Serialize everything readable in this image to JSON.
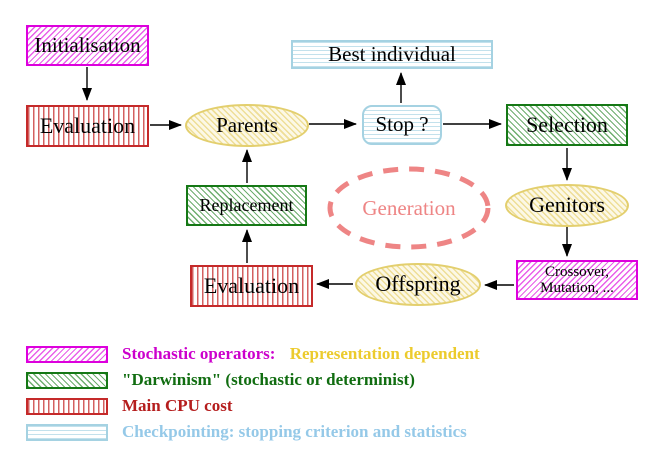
{
  "diagram": {
    "nodes": {
      "initialisation": {
        "label": "Initialisation"
      },
      "evaluation_top": {
        "label": "Evaluation"
      },
      "parents": {
        "label": "Parents"
      },
      "best_individual": {
        "label": "Best individual"
      },
      "stop": {
        "label": "Stop ?"
      },
      "selection": {
        "label": "Selection"
      },
      "genitors": {
        "label": "Genitors"
      },
      "crossover_mutation": {
        "line1": "Crossover,",
        "line2": "Mutation, ..."
      },
      "offspring": {
        "label": "Offspring"
      },
      "evaluation_bottom": {
        "label": "Evaluation"
      },
      "replacement": {
        "label": "Replacement"
      },
      "generation": {
        "label": "Generation"
      }
    },
    "legend": {
      "items": [
        {
          "pattern": "magenta-diagonal-hatch",
          "label": "Stochastic operators:",
          "label2": "Representation dependent",
          "label_color": "#cc00cc",
          "label2_color": "#eccb2d"
        },
        {
          "pattern": "green-diagonal-hatch",
          "label": "\"Darwinism\" (stochastic or determinist)",
          "label_color": "#116d11"
        },
        {
          "pattern": "red-vertical-stripes",
          "label": "Main CPU cost",
          "label_color": "#b51d1d"
        },
        {
          "pattern": "cyan-horizontal-stripes",
          "label": "Checkpointing: stopping criterion and statistics",
          "label_color": "#95c9e8"
        }
      ]
    },
    "colors": {
      "stochastic_magenta": "#dd00dd",
      "darwinism_green": "#157815",
      "cpu_red": "#c52a2a",
      "checkpoint_cyan": "#a5d2e2",
      "population_yellow": "#e3cf6e",
      "generation_salmon": "#ee8585",
      "arrow_black": "#000000"
    }
  }
}
